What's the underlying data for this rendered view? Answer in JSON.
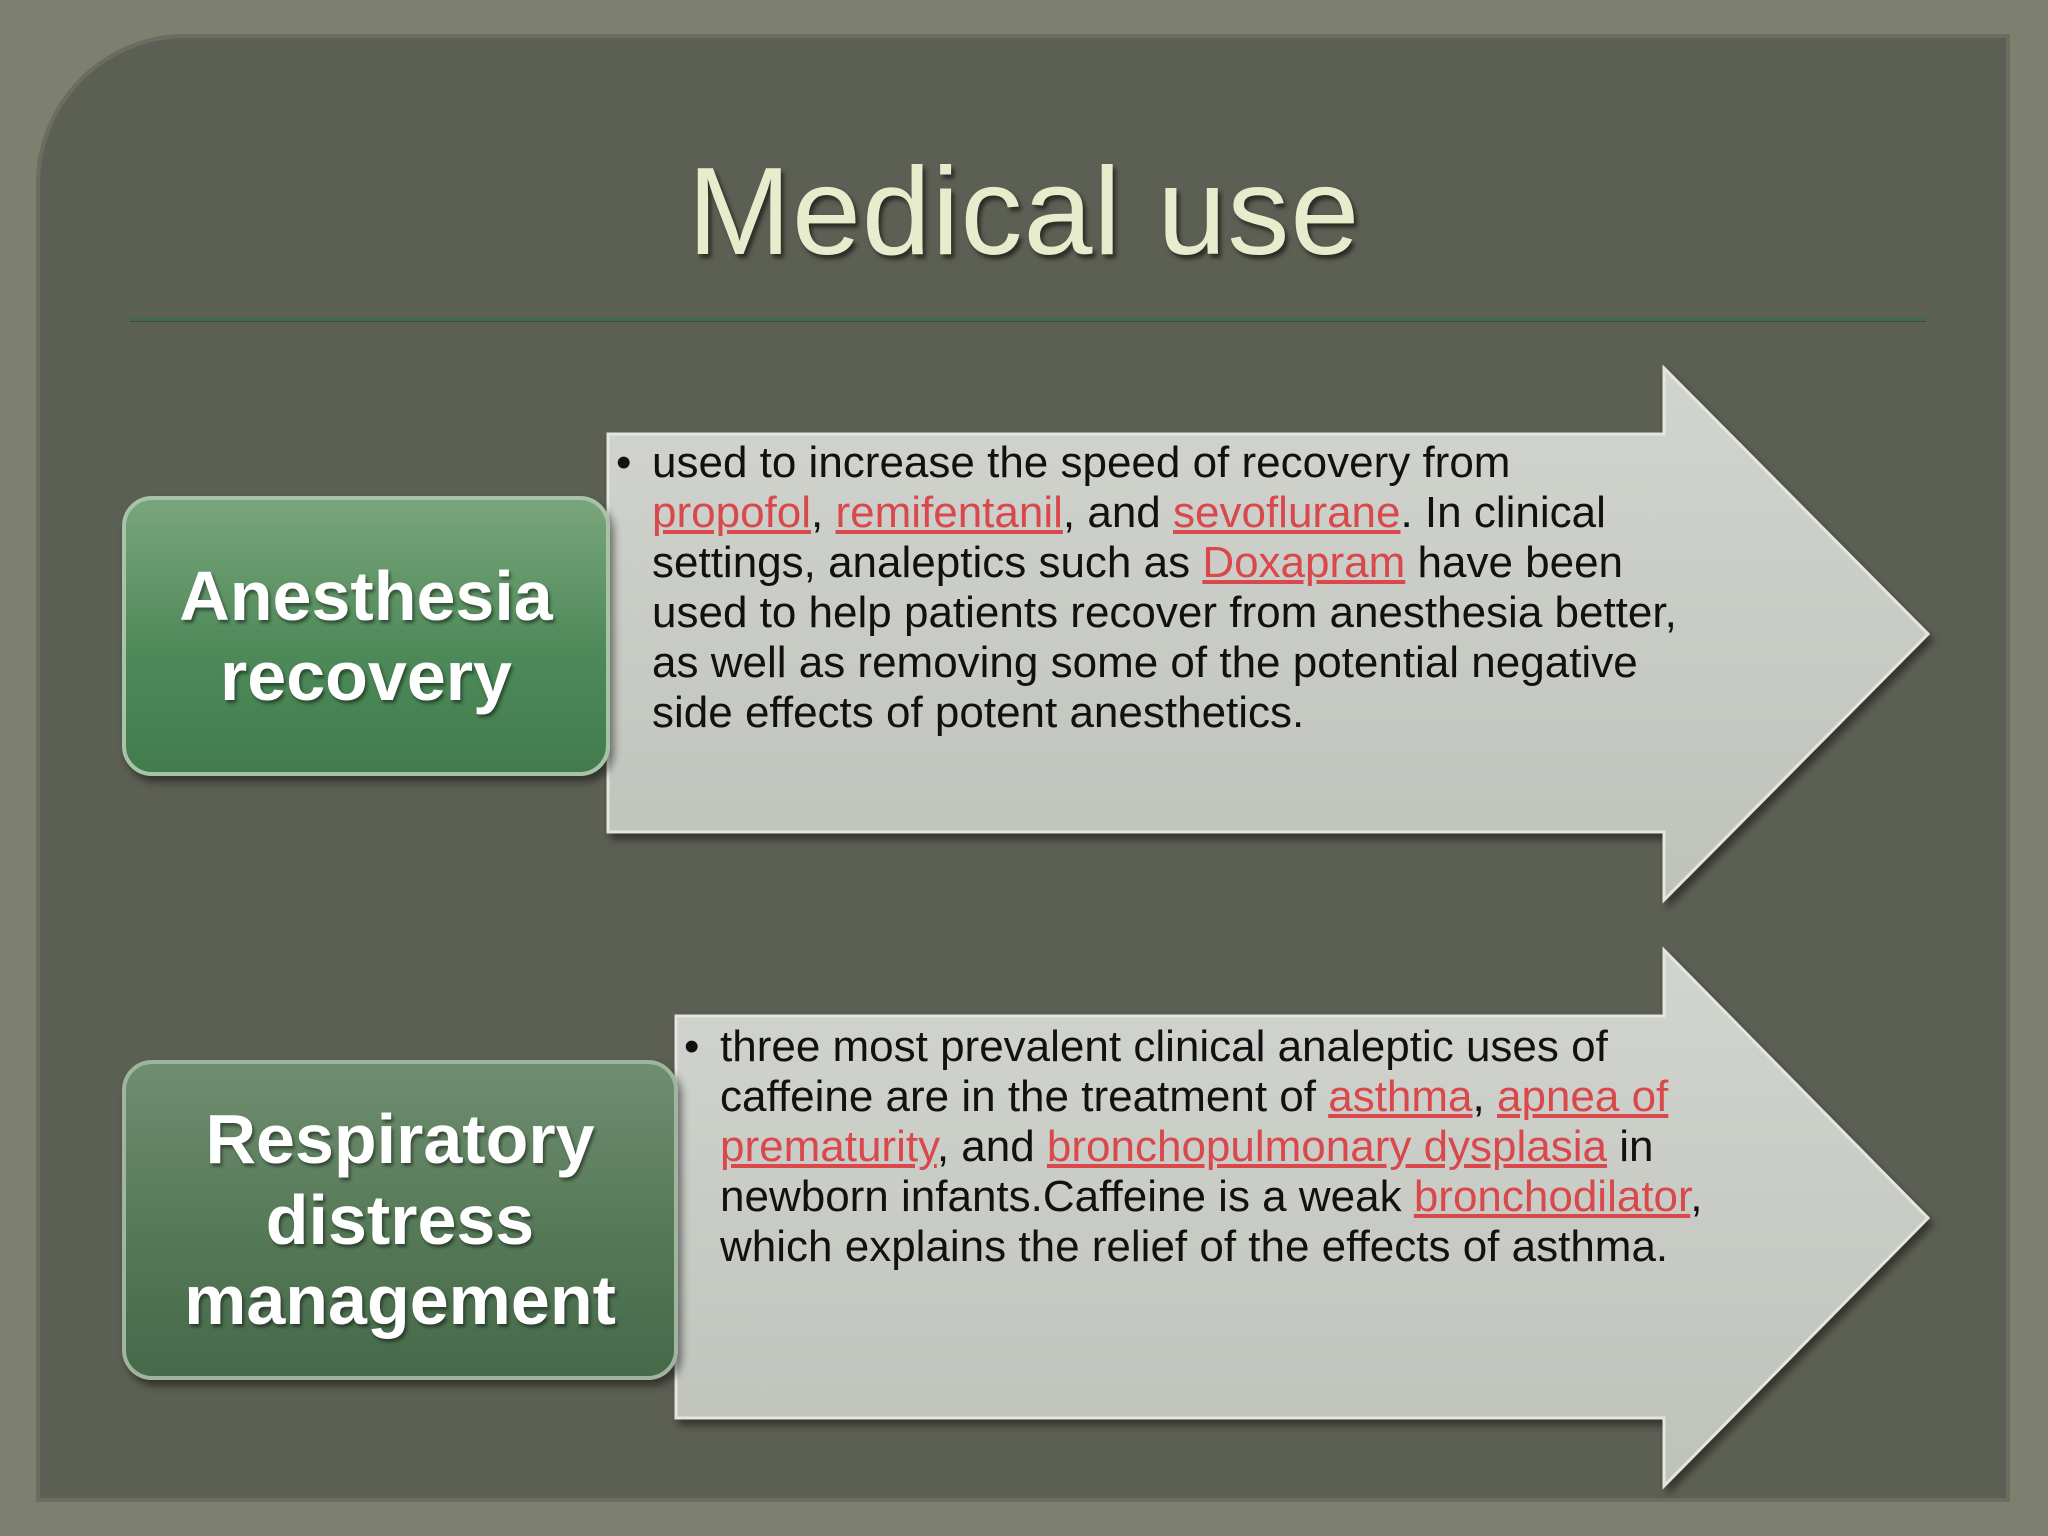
{
  "slide": {
    "title": "Medical use",
    "colors": {
      "background": "#7d806e",
      "panel": "#5c5f53",
      "title_text": "#e9ebcd",
      "rule": "#3f6a4c",
      "arrow_fill": "#c9cbc5",
      "label_green_1": "#4e8a59",
      "label_green_2": "#557956",
      "link": "#d9484b"
    }
  },
  "rows": [
    {
      "label_line1": "Anesthesia",
      "label_line2": "recovery",
      "bullet": "•",
      "text": {
        "a": "used to increase the speed of recovery from ",
        "link1": "propofol",
        "b": ", ",
        "link2": "remifentanil",
        "c": ", and ",
        "link3": "sevoflurane",
        "d": ". In clinical settings, analeptics such as ",
        "link4": "Doxapram",
        "e": " have been used to help patients recover from anesthesia better, as well as removing some of the potential negative side effects of potent anesthetics."
      }
    },
    {
      "label_line1": "Respiratory",
      "label_line2": "distress",
      "label_line3": "management",
      "bullet": "•",
      "text": {
        "a": "three most prevalent clinical analeptic uses of caffeine are in the treatment of ",
        "link1": "asthma",
        "b": ", ",
        "link2": "apnea of prematurity",
        "c": ", and ",
        "link3": "bronchopulmonary dysplasia",
        "d": " in newborn infants.Caffeine is a weak ",
        "link4": "bronchodilator",
        "e": ", which explains the relief of the effects of asthma."
      }
    }
  ]
}
